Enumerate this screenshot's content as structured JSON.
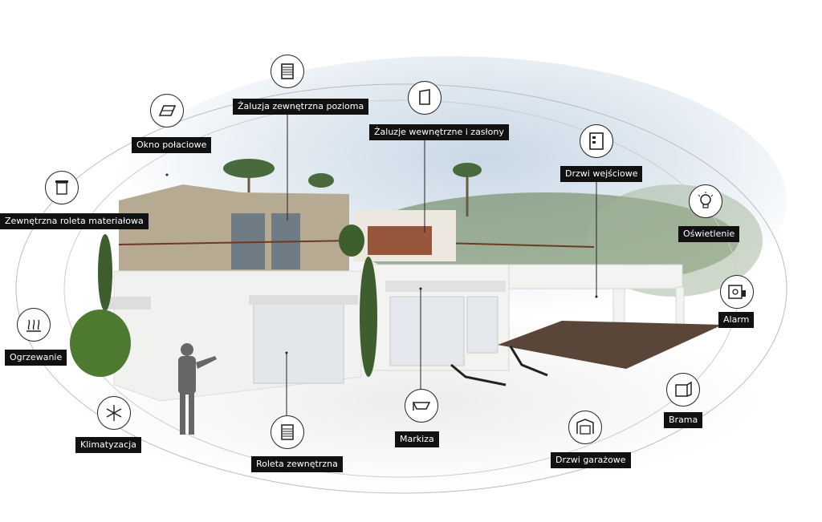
{
  "features": [
    {
      "id": "skylight",
      "label": "Okno połaciowe",
      "icon": "skylight-window-icon"
    },
    {
      "id": "ext-blind",
      "label": "Żaluzja zewnętrzna pozioma",
      "icon": "horizontal-blind-icon"
    },
    {
      "id": "int-blind",
      "label": "Żaluzje wewnętrzne i zasłony",
      "icon": "interior-blind-icon"
    },
    {
      "id": "front-door",
      "label": "Drzwi wejściowe",
      "icon": "front-door-icon"
    },
    {
      "id": "lighting",
      "label": "Oświetlenie",
      "icon": "lightbulb-icon"
    },
    {
      "id": "fabric-roller",
      "label": "Zewnętrzna roleta materiałowa",
      "icon": "fabric-roller-blind-icon"
    },
    {
      "id": "alarm",
      "label": "Alarm",
      "icon": "alarm-icon"
    },
    {
      "id": "heating",
      "label": "Ogrzewanie",
      "icon": "heating-icon"
    },
    {
      "id": "gate",
      "label": "Brama",
      "icon": "gate-icon"
    },
    {
      "id": "aircon",
      "label": "Klimatyzacja",
      "icon": "snowflake-icon"
    },
    {
      "id": "awning",
      "label": "Markiza",
      "icon": "awning-icon"
    },
    {
      "id": "garage",
      "label": "Drzwi garażowe",
      "icon": "garage-door-icon"
    },
    {
      "id": "roller-shutter",
      "label": "Roleta zewnętrzna",
      "icon": "roller-shutter-icon"
    }
  ]
}
